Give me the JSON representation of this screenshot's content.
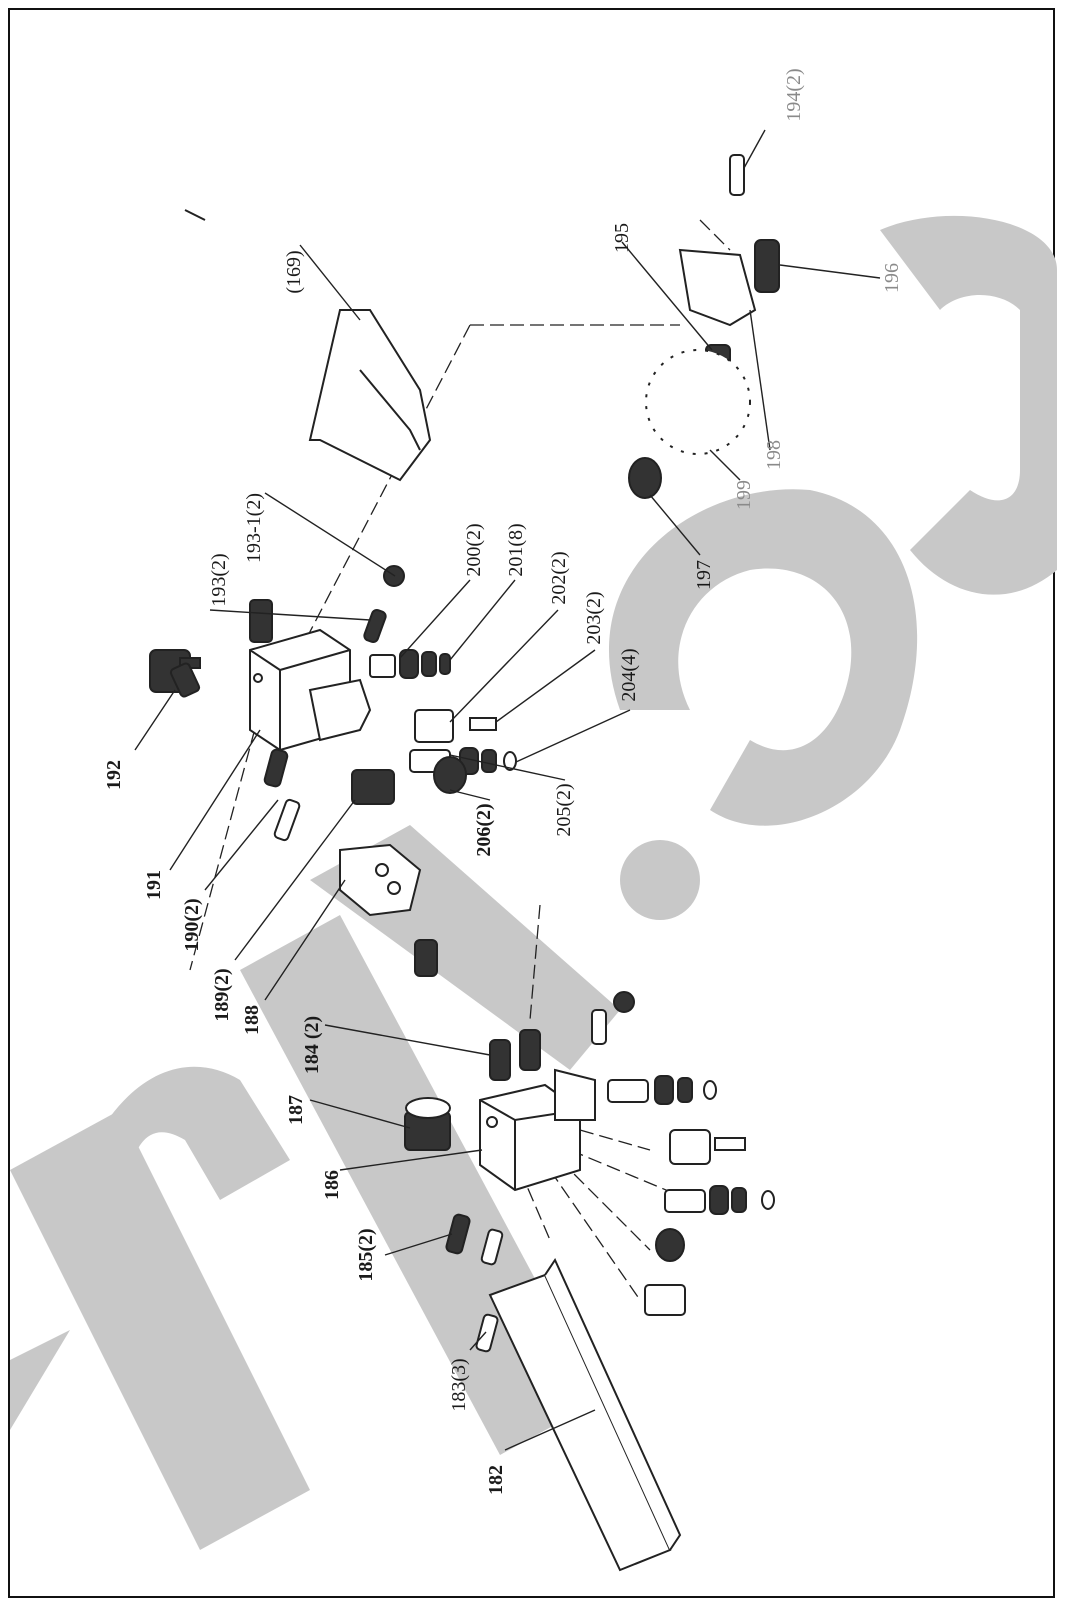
{
  "diagram": {
    "type": "exploded-parts-diagram",
    "labels": [
      {
        "id": "169",
        "text": "(169)"
      },
      {
        "id": "192",
        "text": "192"
      },
      {
        "id": "193-1",
        "text": "193-1(2)"
      },
      {
        "id": "193",
        "text": "193(2)"
      },
      {
        "id": "200",
        "text": "200(2)"
      },
      {
        "id": "201",
        "text": "201(8)"
      },
      {
        "id": "202",
        "text": "202(2)"
      },
      {
        "id": "203",
        "text": "203(2)"
      },
      {
        "id": "204",
        "text": "204(4)"
      },
      {
        "id": "205",
        "text": "205(2)"
      },
      {
        "id": "206",
        "text": "206(2)"
      },
      {
        "id": "191",
        "text": "191"
      },
      {
        "id": "190",
        "text": "190(2)"
      },
      {
        "id": "189",
        "text": "189(2)"
      },
      {
        "id": "188",
        "text": "188"
      },
      {
        "id": "184",
        "text": "184 (2)"
      },
      {
        "id": "187",
        "text": "187"
      },
      {
        "id": "186",
        "text": "186"
      },
      {
        "id": "185",
        "text": "185(2)"
      },
      {
        "id": "183",
        "text": "183(3)"
      },
      {
        "id": "182",
        "text": "182"
      },
      {
        "id": "194",
        "text": "194(2)"
      },
      {
        "id": "195",
        "text": "195"
      },
      {
        "id": "196",
        "text": "196"
      },
      {
        "id": "197",
        "text": "197"
      },
      {
        "id": "198",
        "text": "198"
      },
      {
        "id": "199",
        "text": "199"
      }
    ]
  },
  "colors": {
    "line": "#222222",
    "watermark": "#c8c8c8",
    "background": "#ffffff"
  }
}
